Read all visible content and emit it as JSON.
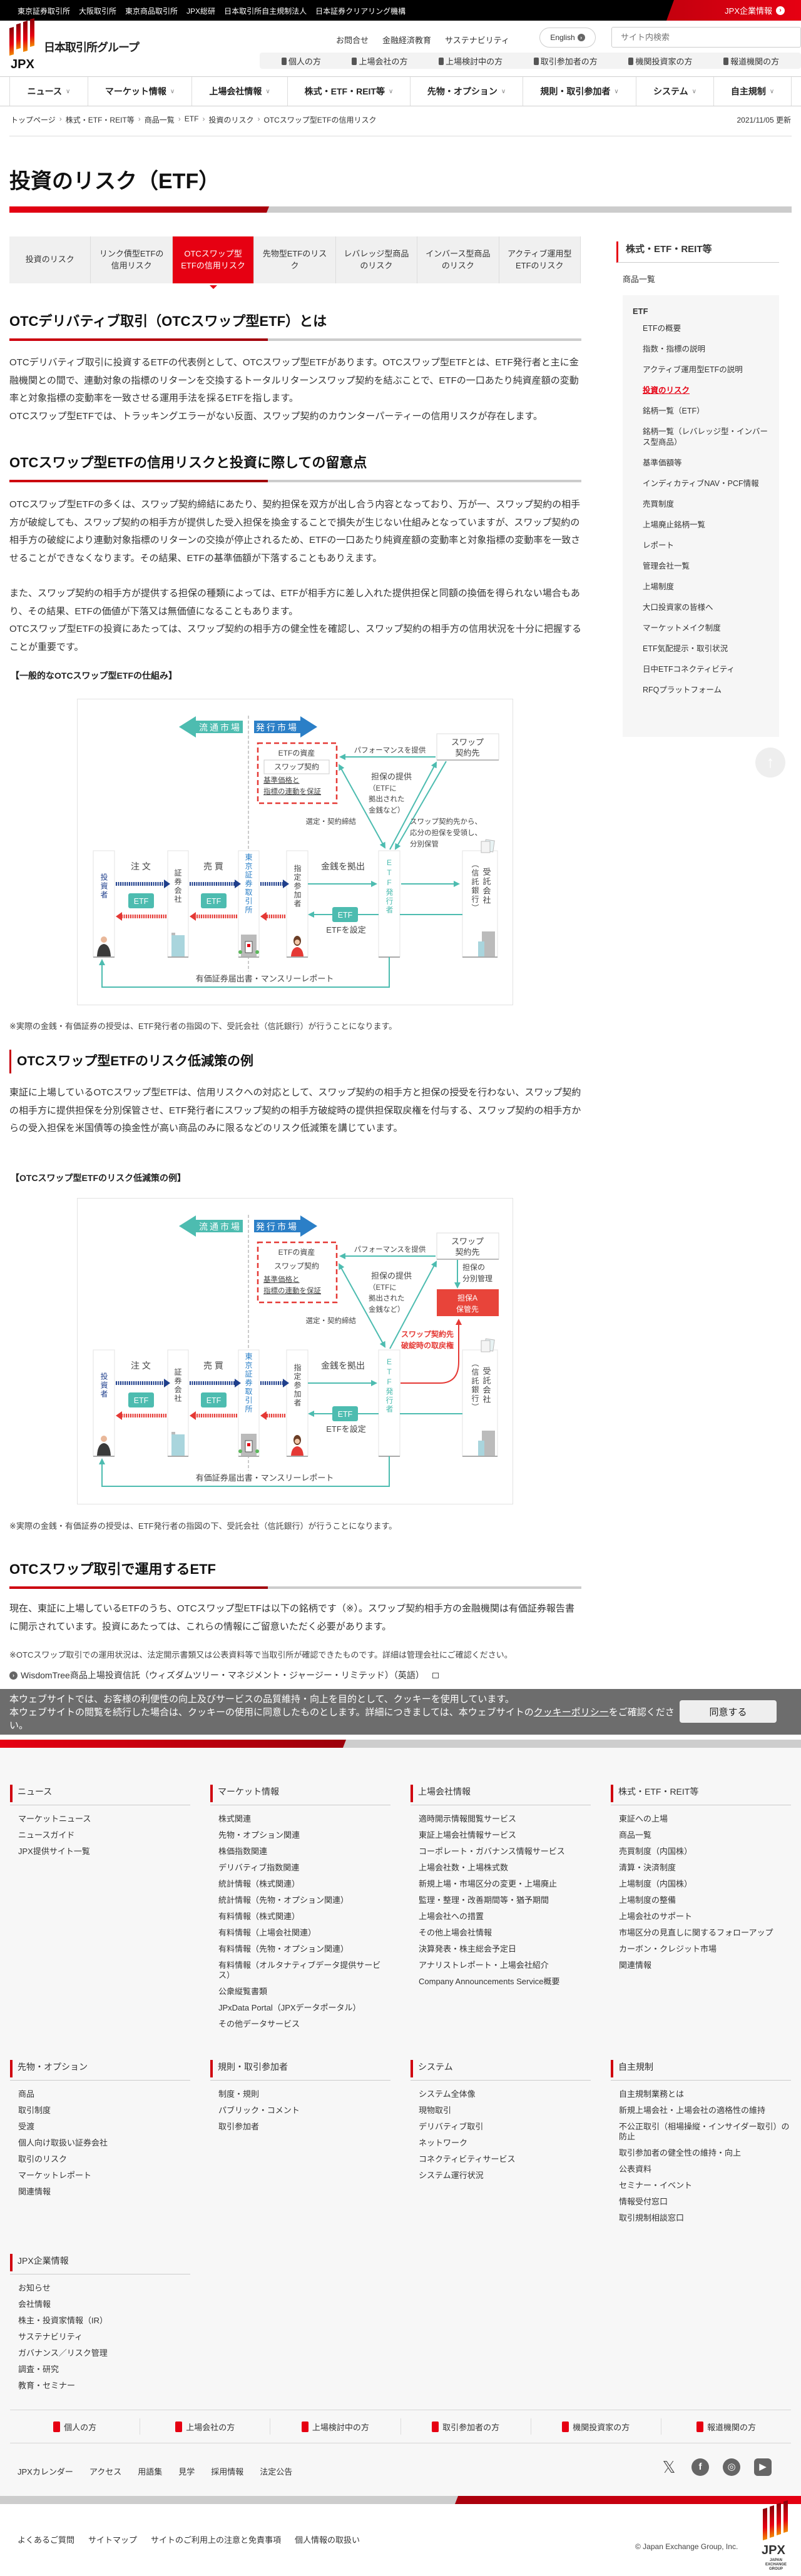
{
  "topbar": {
    "links": [
      "東京証券取引所",
      "大阪取引所",
      "東京商品取引所",
      "JPX総研",
      "日本取引所自主規制法人",
      "日本証券クリアリング機構"
    ],
    "corporate_label": "JPX企業情報"
  },
  "logo": {
    "name": "日本取引所グループ",
    "mark": "JPX"
  },
  "header": {
    "links": [
      "お問合せ",
      "金融経済教育",
      "サステナビリティ"
    ],
    "english_label": "English",
    "search_placeholder": "サイト内検索",
    "audience": [
      "個人の方",
      "上場会社の方",
      "上場検討中の方",
      "取引参加者の方",
      "機関投資家の方",
      "報道機関の方"
    ]
  },
  "nav": [
    "ニュース",
    "マーケット情報",
    "上場会社情報",
    "株式・ETF・REIT等",
    "先物・オプション",
    "規則・取引参加者",
    "システム",
    "自主規制"
  ],
  "breadcrumb": [
    "トップページ",
    "株式・ETF・REIT等",
    "商品一覧",
    "ETF",
    "投資のリスク",
    "OTCスワップ型ETFの信用リスク"
  ],
  "updated": "2021/11/05 更新",
  "page_title": "投資のリスク（ETF）",
  "tabs": [
    {
      "label": "投資のリスク",
      "active": false
    },
    {
      "label": "リンク債型ETFの信用リスク",
      "active": false
    },
    {
      "label": "OTCスワップ型ETFの信用リスク",
      "active": true
    },
    {
      "label": "先物型ETFのリスク",
      "active": false
    },
    {
      "label": "レバレッジ型商品のリスク",
      "active": false
    },
    {
      "label": "インバース型商品のリスク",
      "active": false
    },
    {
      "label": "アクティブ運用型ETFのリスク",
      "active": false
    }
  ],
  "sidebar": {
    "heading": "株式・ETF・REIT等",
    "sub": "商品一覧",
    "group": "ETF",
    "items": [
      {
        "label": "ETFの概要",
        "current": false
      },
      {
        "label": "指数・指標の説明",
        "current": false
      },
      {
        "label": "アクティブ運用型ETFの説明",
        "current": false
      },
      {
        "label": "投資のリスク",
        "current": true
      },
      {
        "label": "銘柄一覧（ETF）",
        "current": false
      },
      {
        "label": "銘柄一覧（レバレッジ型・インバース型商品）",
        "current": false
      },
      {
        "label": "基準価額等",
        "current": false
      },
      {
        "label": "インディカティブNAV・PCF情報",
        "current": false
      },
      {
        "label": "売買制度",
        "current": false
      },
      {
        "label": "上場廃止銘柄一覧",
        "current": false
      },
      {
        "label": "レポート",
        "current": false
      },
      {
        "label": "管理会社一覧",
        "current": false
      },
      {
        "label": "上場制度",
        "current": false
      },
      {
        "label": "大口投資家の皆様へ",
        "current": false
      },
      {
        "label": "マーケットメイク制度",
        "current": false
      },
      {
        "label": "ETF気配提示・取引状況",
        "current": false
      },
      {
        "label": "日中ETFコネクティビティ",
        "current": false
      },
      {
        "label": "RFQプラットフォーム",
        "current": false
      }
    ]
  },
  "section1": {
    "heading": "OTCデリバティブ取引（OTCスワップ型ETF）とは",
    "p1": "OTCデリバティブ取引に投資するETFの代表例として、OTCスワップ型ETFがあります。OTCスワップ型ETFとは、ETF発行者と主に金融機関との間で、連動対象の指標のリターンを交換するトータルリターンスワップ契約を結ぶことで、ETFの一口あたり純資産額の変動率と対象指標の変動率を一致させる運用手法を採るETFを指します。",
    "p2": "OTCスワップ型ETFでは、トラッキングエラーがない反面、スワップ契約のカウンターパーティーの信用リスクが存在します。"
  },
  "section2": {
    "heading": "OTCスワップ型ETFの信用リスクと投資に際しての留意点",
    "p1": "OTCスワップ型ETFの多くは、スワップ契約締結にあたり、契約担保を双方が出し合う内容となっており、万が一、スワップ契約の相手方が破綻しても、スワップ契約の相手方が提供した受入担保を換金することで損失が生じない仕組みとなっていますが、スワップ契約の相手方の破綻により連動対象指標のリターンの交換が停止されるため、ETFの一口あたり純資産額の変動率と対象指標の変動率を一致させることができなくなります。その結果、ETFの基準価額が下落することもありえます。",
    "p2": "また、スワップ契約の相手方が提供する担保の種類によっては、ETFが相手方に差し入れた提供担保と同額の換価を得られない場合もあり、その結果、ETFの価値が下落又は無価値になることもあります。",
    "p3": "OTCスワップ型ETFの投資にあたっては、スワップ契約の相手方の健全性を確認し、スワップ契約の相手方の信用状況を十分に把握することが重要です。",
    "figure_label": "【一般的なOTCスワップ型ETFの仕組み】",
    "note": "※実際の金銭・有価証券の授受は、ETF発行者の指図の下、受託会社（信託銀行）が行うことになります。"
  },
  "section3": {
    "heading": "OTCスワップ型ETFのリスク低減策の例",
    "p1": "東証に上場しているOTCスワップ型ETFは、信用リスクへの対応として、スワップ契約の相手方と担保の授受を行わない、スワップ契約の相手方に提供担保を分別保管させ、ETF発行者にスワップ契約の相手方破綻時の提供担保取戻権を付与する、スワップ契約の相手方からの受入担保を米国債等の換金性が高い商品のみに限るなどのリスク低減策を講じています。",
    "figure_label": "【OTCスワップ型ETFのリスク低減策の例】",
    "note": "※実際の金銭・有価証券の授受は、ETF発行者の指図の下、受託会社（信託銀行）が行うことになります。"
  },
  "section4": {
    "heading": "OTCスワップ取引で運用するETF",
    "p1": "現在、東証に上場しているETFのうち、OTCスワップ型ETFは以下の銘柄です（※）。スワップ契約相手方の金融機関は有価証券報告書に開示されています。投資にあたっては、これらの情報にご留意いただく必要があります。",
    "note": "※OTCスワップ取引での運用状況は、法定開示書類又は公表資料等で当取引所が確認できたものです。詳細は管理会社にご確認ください。",
    "link": "WisdomTree商品上場投資信託（ウィズダムツリー・マネジメント・ジャージー・リミテッド）（英語）"
  },
  "diagram": {
    "secondary_market": "流通市場",
    "primary_market": "発行市場",
    "etf_assets": "ETFの資産",
    "swap_contract": "スワップ契約",
    "guarantee_1": "基準価格と",
    "guarantee_2": "指標の連動を保証",
    "swap_cp_1": "スワップ",
    "swap_cp_2": "契約先",
    "performance": "パフォーマンスを提供",
    "collateral": "担保の提供",
    "collateral_sub": [
      "（ETFに",
      "拠出された",
      "金銭など）"
    ],
    "selection": "選定・契約締結",
    "investor": "投資者",
    "securities_co": "証券会社",
    "tse": "東京証券取引所",
    "ap": "指定参加者",
    "issuer": "ETF発行者",
    "trustee": "受託会社",
    "trustee_sub": "（信託銀行）",
    "order": "注 文",
    "trade": "売 買",
    "etf": "ETF",
    "contribute": "金銭を拠出",
    "set_etf": "ETFを設定",
    "report": "有価証券届出書・マンスリーレポート",
    "segregation_note": [
      "スワップ契約先から、",
      "応分の担保を受領し、",
      "分別保管"
    ],
    "segregated_mgmt": [
      "担保の",
      "分別管理"
    ],
    "custodian": [
      "担保A",
      "保管先"
    ],
    "reclaim": [
      "スワップ契約先",
      "破綻時の取戻権"
    ]
  },
  "cookie": {
    "line1": "本ウェブサイトでは、お客様の利便性の向上及びサービスの品質維持・向上を目的として、クッキーを使用しています。",
    "line2": "本ウェブサイトの閲覧を続行した場合は、クッキーの使用に同意したものとします。詳細につきましては、本ウェブサイトの",
    "policy_link": "クッキーポリシー",
    "line3": "をご確認ください。",
    "agree_label": "同意する"
  },
  "footer": {
    "columns": [
      {
        "heading": "ニュース",
        "items": [
          "マーケットニュース",
          "ニュースガイド",
          "JPX提供サイト一覧"
        ]
      },
      {
        "heading": "マーケット情報",
        "items": [
          "株式関連",
          "先物・オプション関連",
          "株価指数関連",
          "デリバティブ指数関連",
          "統計情報（株式関連）",
          "統計情報（先物・オプション関連）",
          "有料情報（株式関連）",
          "有料情報（上場会社関連）",
          "有料情報（先物・オプション関連）",
          "有料情報（オルタナティブデータ提供サービス）",
          "公衆縦覧書類",
          "JPxData Portal（JPXデータポータル）",
          "その他データサービス"
        ]
      },
      {
        "heading": "上場会社情報",
        "items": [
          "適時開示情報閲覧サービス",
          "東証上場会社情報サービス",
          "コーポレート・ガバナンス情報サービス",
          "上場会社数・上場株式数",
          "新規上場・市場区分の変更・上場廃止",
          "監理・整理・改善期間等・猶予期間",
          "上場会社への措置",
          "その他上場会社情報",
          "決算発表・株主総会予定日",
          "アナリストレポート・上場会社紹介",
          "Company Announcements Service概要"
        ]
      },
      {
        "heading": "株式・ETF・REIT等",
        "items": [
          "東証への上場",
          "商品一覧",
          "売買制度（内国株）",
          "清算・決済制度",
          "上場制度（内国株）",
          "上場制度の整備",
          "上場会社のサポート",
          "市場区分の見直しに関するフォローアップ",
          "カーボン・クレジット市場",
          "関連情報"
        ]
      },
      {
        "heading": "先物・オプション",
        "items": [
          "商品",
          "取引制度",
          "受渡",
          "個人向け取扱い証券会社",
          "取引のリスク",
          "マーケットレポート",
          "関連情報"
        ]
      },
      {
        "heading": "規則・取引参加者",
        "items": [
          "制度・規則",
          "パブリック・コメント",
          "取引参加者"
        ]
      },
      {
        "heading": "システム",
        "items": [
          "システム全体像",
          "現物取引",
          "デリバティブ取引",
          "ネットワーク",
          "コネクティビティサービス",
          "システム運行状況"
        ]
      },
      {
        "heading": "自主規制",
        "items": [
          "自主規制業務とは",
          "新規上場会社・上場会社の適格性の維持",
          "不公正取引（相場操縦・インサイダー取引）の防止",
          "取引参加者の健全性の維持・向上",
          "公表資料",
          "セミナー・イベント",
          "情報受付窓口",
          "取引規制相談窓口"
        ]
      },
      {
        "heading": "JPX企業情報",
        "items": [
          "お知らせ",
          "会社情報",
          "株主・投資家情報（IR）",
          "サステナビリティ",
          "ガバナンス／リスク管理",
          "調査・研究",
          "教育・セミナー"
        ]
      }
    ],
    "audience": [
      "個人の方",
      "上場会社の方",
      "上場検討中の方",
      "取引参加者の方",
      "機関投資家の方",
      "報道機関の方"
    ],
    "links": [
      "JPXカレンダー",
      "アクセス",
      "用語集",
      "見学",
      "採用情報",
      "法定公告"
    ],
    "social": [
      {
        "name": "x",
        "glyph": "𝕏"
      },
      {
        "name": "facebook",
        "glyph": "f"
      },
      {
        "name": "instagram",
        "glyph": "◎"
      },
      {
        "name": "youtube",
        "glyph": "▶"
      }
    ],
    "bottom_links": [
      "よくあるご質問",
      "サイトマップ",
      "サイトのご利用上の注意と免責事項",
      "個人情報の取扱い"
    ],
    "copyright": "© Japan Exchange Group, Inc.",
    "logo_sub": "JAPAN EXCHANGE GROUP"
  },
  "colors": {
    "brand_red": "#e60012",
    "teal": "#4dbcb0",
    "blue": "#2b7fc7",
    "navy": "#1f3f8c"
  }
}
